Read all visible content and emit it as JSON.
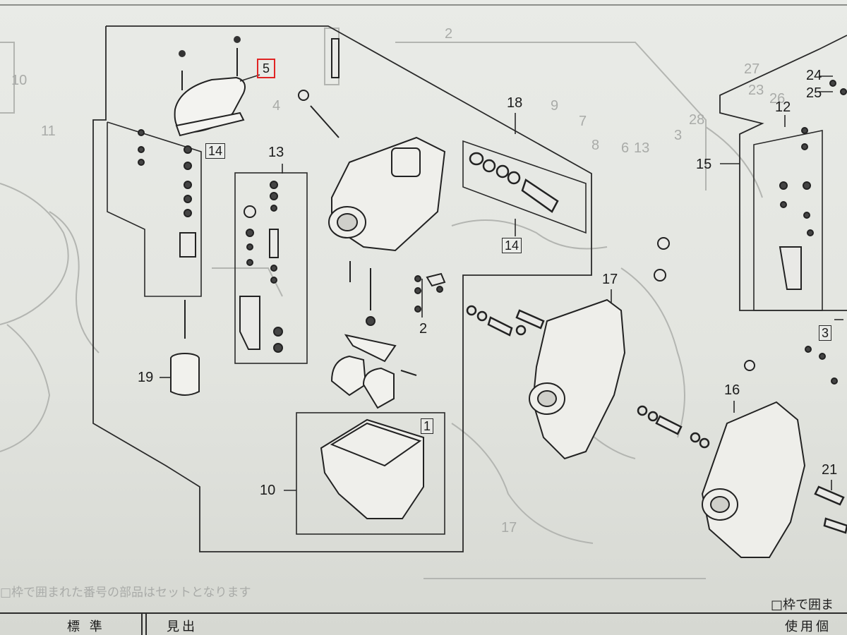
{
  "callouts": {
    "c5": "5",
    "c14a": "14",
    "c13": "13",
    "c18": "18",
    "c14b": "14",
    "c12": "12",
    "c15": "15",
    "c24": "24",
    "c25": "25",
    "c17": "17",
    "c2": "2",
    "c19": "19",
    "c1": "1",
    "c10": "10",
    "c16": "16",
    "c21": "21",
    "c3": "3"
  },
  "ghost_labels": {
    "g10": "10",
    "g11": "11",
    "g4": "4",
    "g2": "2",
    "g9": "9",
    "g7": "7",
    "g6": "6",
    "g8": "8",
    "g3": "3",
    "g13": "13",
    "g27": "27",
    "g23": "23",
    "g28": "28",
    "g26": "26",
    "g17": "17"
  },
  "notes": {
    "ghost_note": "□枠で囲まれた番号の部品はセットとなります",
    "right_note": "□枠で囲ま"
  },
  "table_header": {
    "col1": "標 準",
    "col2": "見出",
    "col3": "使用個"
  },
  "colors": {
    "line": "#2a2a2a",
    "ghost": "#a9aba8",
    "highlight": "#e02424"
  }
}
